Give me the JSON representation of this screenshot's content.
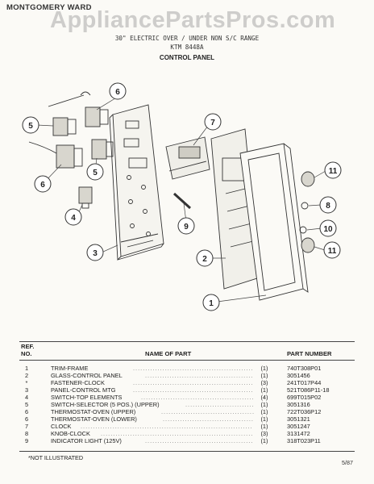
{
  "header": {
    "brand": "MONTGOMERY WARD",
    "watermark": "AppliancePartsPros.com",
    "title_line1": "30\" ELECTRIC OVER / UNDER NON S/C RANGE",
    "title_line2": "KTM 8448A",
    "section": "CONTROL PANEL"
  },
  "callouts": [
    "1",
    "2",
    "4",
    "5",
    "5",
    "6",
    "6",
    "7",
    "8",
    "9",
    "10",
    "11",
    "11",
    "3"
  ],
  "table": {
    "col_ref_line1": "REF.",
    "col_ref_line2": "NO.",
    "col_name": "NAME OF PART",
    "col_part": "PART NUMBER",
    "rows": [
      {
        "ref": "1",
        "name": "TRIM-FRAME",
        "qty": "(1)",
        "part": "740T308P01"
      },
      {
        "ref": "2",
        "name": "GLASS-CONTROL PANEL",
        "qty": "(1)",
        "part": "3051456"
      },
      {
        "ref": "*",
        "name": "FASTENER-CLOCK",
        "qty": "(3)",
        "part": "241T017P44"
      },
      {
        "ref": "3",
        "name": "PANEL-CONTROL MTG",
        "qty": "(1)",
        "part": "521T086P11-18"
      },
      {
        "ref": "4",
        "name": "SWITCH-TOP ELEMENTS",
        "qty": "(4)",
        "part": "699T015P02"
      },
      {
        "ref": "5",
        "name": "SWITCH-SELECTOR (5 POS.) (UPPER)",
        "qty": "(1)",
        "part": "3051316"
      },
      {
        "ref": "6",
        "name": "THERMOSTAT-OVEN (UPPER)",
        "qty": "(1)",
        "part": "722T036P12"
      },
      {
        "ref": "6",
        "name": "THERMOSTAT-OVEN (LOWER)",
        "qty": "(1)",
        "part": "3051321"
      },
      {
        "ref": "7",
        "name": "CLOCK",
        "qty": "(1)",
        "part": "3051247"
      },
      {
        "ref": "8",
        "name": "KNOB-CLOCK",
        "qty": "(3)",
        "part": "3131472"
      },
      {
        "ref": "9",
        "name": "INDICATOR LIGHT (125V)",
        "qty": "(1)",
        "part": "318T023P11"
      }
    ]
  },
  "footer": {
    "note": "*NOT ILLUSTRATED",
    "date": "5/87"
  }
}
